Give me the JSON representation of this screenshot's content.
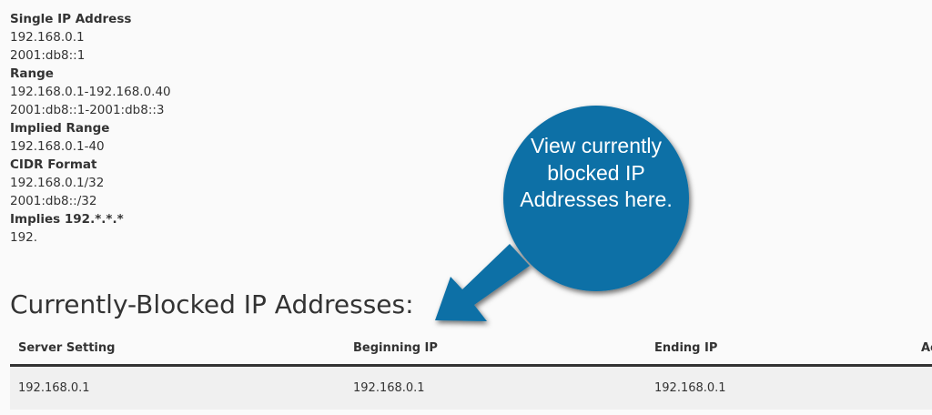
{
  "examples": [
    {
      "heading": "Single IP Address",
      "values": [
        "192.168.0.1",
        "2001:db8::1"
      ]
    },
    {
      "heading": "Range",
      "values": [
        "192.168.0.1-192.168.0.40",
        "2001:db8::1-2001:db8::3"
      ]
    },
    {
      "heading": "Implied Range",
      "values": [
        "192.168.0.1-40"
      ]
    },
    {
      "heading": "CIDR Format",
      "values": [
        "192.168.0.1/32",
        "2001:db8::/32"
      ]
    },
    {
      "heading": "Implies 192.*.*.*",
      "values": [
        "192."
      ]
    }
  ],
  "section_title": "Currently-Blocked IP Addresses:",
  "table": {
    "headers": [
      "Server Setting",
      "Beginning IP",
      "Ending IP",
      "Ac"
    ],
    "rows": [
      [
        "192.168.0.1",
        "192.168.0.1",
        "192.168.0.1",
        ""
      ]
    ]
  },
  "callout": {
    "text": "View currently blocked IP Addresses here.",
    "color": "#0a6fa6"
  }
}
